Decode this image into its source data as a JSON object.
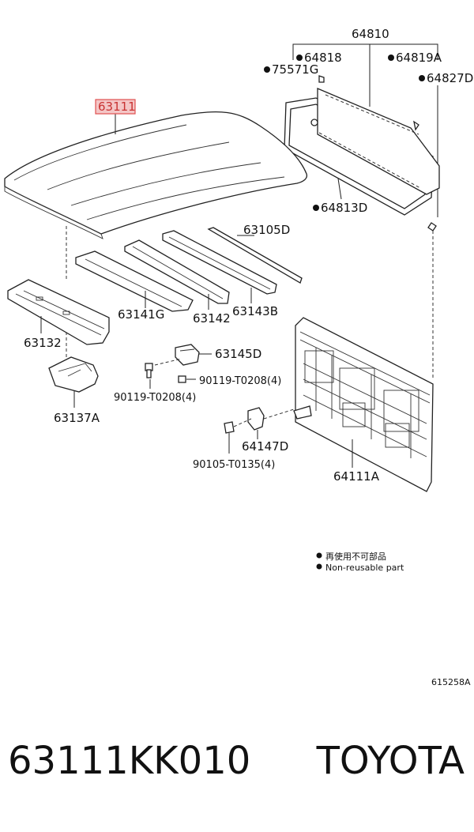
{
  "labels": {
    "p64810": "64810",
    "p64818": "64818",
    "p64819A": "64819A",
    "p75571G": "75571G",
    "p64827D": "64827D",
    "p63111": "63111",
    "p64813D": "64813D",
    "p63105D": "63105D",
    "p63141G": "63141G",
    "p63142": "63142",
    "p63143B": "63143B",
    "p63132": "63132",
    "p63145D": "63145D",
    "p90119a": "90119-T0208(4)",
    "p90119b": "90119-T0208(4)",
    "p63137A": "63137A",
    "p64147D": "64147D",
    "p90105": "90105-T0135(4)",
    "p64111A": "64111A"
  },
  "legend": {
    "line1": "再使用不可部品",
    "line2": "Non-reusable part"
  },
  "diagram_code": "615258A",
  "footer": {
    "part_number": "63111KK010",
    "brand": "TOYOTA"
  },
  "colors": {
    "highlight": "#e05050",
    "highlight_fill": "#f4c6c6"
  }
}
